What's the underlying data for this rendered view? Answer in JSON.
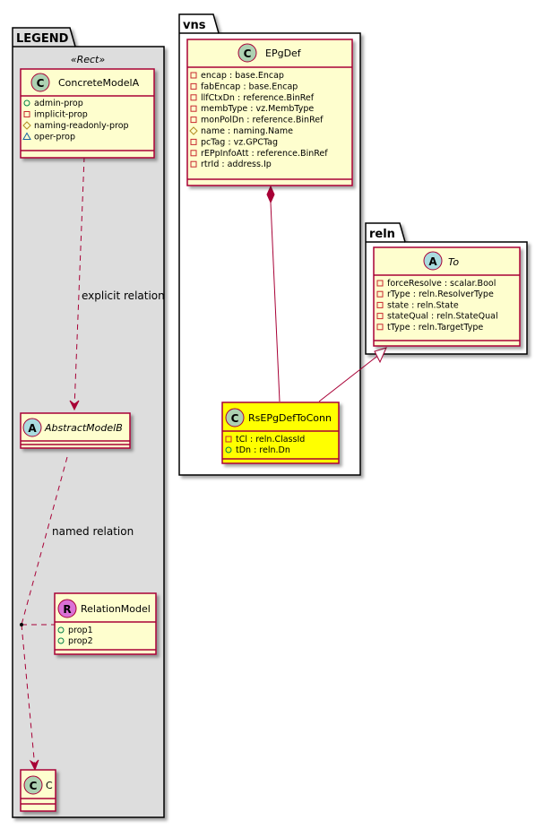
{
  "packages": {
    "legend": {
      "name": "LEGEND",
      "stereotype": "«Rect»"
    },
    "vns": {
      "name": "vns"
    },
    "reln": {
      "name": "reln"
    }
  },
  "classes": {
    "concrete": {
      "kind": "C",
      "name": "ConcreteModelA",
      "attrs": [
        {
          "vis": "public-circle",
          "text": "admin-prop"
        },
        {
          "vis": "private-square",
          "text": "implicit-prop"
        },
        {
          "vis": "protected-diamond",
          "text": "naming-readonly-prop"
        },
        {
          "vis": "package-triangle",
          "text": "oper-prop"
        }
      ]
    },
    "abstractB": {
      "kind": "A",
      "name": "AbstractModelB",
      "attrs": []
    },
    "relationModel": {
      "kind": "R",
      "name": "RelationModel",
      "attrs": [
        {
          "vis": "public-circle",
          "text": "prop1"
        },
        {
          "vis": "public-circle",
          "text": "prop2"
        }
      ]
    },
    "c": {
      "kind": "C",
      "name": "C",
      "attrs": []
    },
    "epgdef": {
      "kind": "C",
      "name": "EPgDef",
      "attrs": [
        {
          "vis": "private-square",
          "text": "encap : base.Encap"
        },
        {
          "vis": "private-square",
          "text": "fabEncap : base.Encap"
        },
        {
          "vis": "private-square",
          "text": "llfCtxDn : reference.BinRef"
        },
        {
          "vis": "private-square",
          "text": "membType : vz.MembType"
        },
        {
          "vis": "private-square",
          "text": "monPolDn : reference.BinRef"
        },
        {
          "vis": "protected-diamond",
          "text": "name : naming.Name"
        },
        {
          "vis": "private-square",
          "text": "pcTag : vz.GPCTag"
        },
        {
          "vis": "private-square",
          "text": "rEPpInfoAtt : reference.BinRef"
        },
        {
          "vis": "private-square",
          "text": "rtrId : address.Ip"
        }
      ]
    },
    "rsepg": {
      "kind": "C",
      "name": "RsEPgDefToConn",
      "attrs": [
        {
          "vis": "private-square",
          "text": "tCl : reln.ClassId"
        },
        {
          "vis": "public-circle",
          "text": "tDn : reln.Dn"
        }
      ]
    },
    "to": {
      "kind": "A",
      "name": "To",
      "attrs": [
        {
          "vis": "private-square",
          "text": "forceResolve : scalar.Bool"
        },
        {
          "vis": "private-square",
          "text": "rType : reln.ResolverType"
        },
        {
          "vis": "private-square",
          "text": "state : reln.State"
        },
        {
          "vis": "private-square",
          "text": "stateQual : reln.StateQual"
        },
        {
          "vis": "private-square",
          "text": "tType : reln.TargetType"
        }
      ]
    }
  },
  "relations": {
    "explicit": "explicit relation",
    "named": "named relation"
  },
  "colors": {
    "class_fill": "#FEFECE",
    "highlight_fill": "#FFFF00",
    "border": "#A80036",
    "legend_bg": "#DDDDDD",
    "circle_c": "#ADD1B2",
    "circle_a": "#A9DCDF",
    "circle_r": "#DA70D6"
  }
}
